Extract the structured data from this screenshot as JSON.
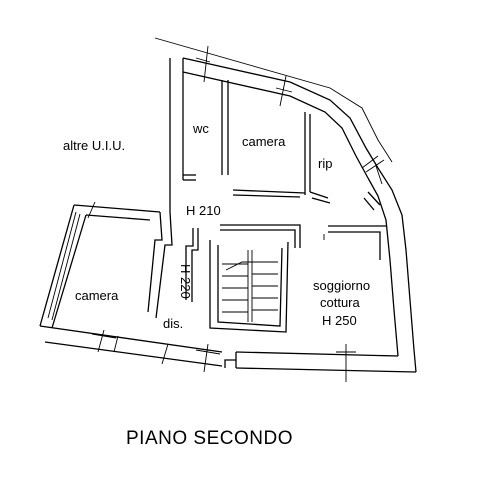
{
  "plan": {
    "title": "PIANO SECONDO",
    "rooms": {
      "altre": "altre U.I.U.",
      "wc": "wc",
      "camera_top": "camera",
      "rip": "rip",
      "camera_left": "camera",
      "dis": "dis.",
      "soggiorno": "soggiorno",
      "cottura": "cottura"
    },
    "heights": {
      "corridor": "H 210",
      "dis": "H 220",
      "soggiorno": "H 250"
    }
  }
}
